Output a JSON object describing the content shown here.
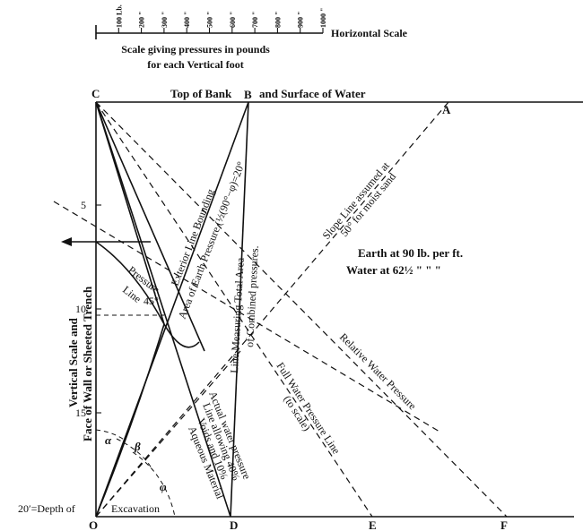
{
  "scale": {
    "ticks": [
      "100 Lb.",
      "200 \"",
      "300 \"",
      "400 \"",
      "500 \"",
      "600 \"",
      "700 \"",
      "800 \"",
      "900 \"",
      "1000 \""
    ],
    "right_label": "Horizontal Scale",
    "caption_1": "Scale giving pressures in pounds",
    "caption_2": "for each Vertical foot"
  },
  "points": {
    "C": "C",
    "B": "B",
    "A": "A",
    "O": "O",
    "D": "D",
    "E": "E",
    "F": "F"
  },
  "top_label": "Top of Bank",
  "top_label_2": "and Surface of Water",
  "vertical_ticks": [
    "5",
    "10",
    "15"
  ],
  "depth_label_1": "20′=Depth of",
  "depth_label_2": "Excavation",
  "wall_label_1": "Vertical Scale and",
  "wall_label_2": "Face of Wall or Sheeted Trench",
  "pressure_line": {
    "l1": "Pressure",
    "l2": "Line"
  },
  "angle_45": "45°",
  "exterior_line": {
    "l1": "Exterior  Line  Bounding",
    "l2": "Area of Earth Pressure (½(90°−φ)=20°"
  },
  "combined_line": {
    "l1": "Line Measuring Total Area",
    "l2": "of Combined pressures."
  },
  "slope_line": {
    "l1": "Slope Line assumed at",
    "l2": "50° for moist sand"
  },
  "earth_water": {
    "l1": "Earth at 90 lb. per ft.",
    "l2": "Water at 62½ \"    \"    \""
  },
  "relative_water": "Relative Water Pressure",
  "full_water": {
    "l1": "Full Water Pressure Line",
    "l2": "(to scale)"
  },
  "actual_water": {
    "l1": "Actual water pressure",
    "l2": "Line allowing 40%",
    "l3": "Voids and 10%",
    "l4": "Aqueous Material"
  },
  "angles": {
    "alpha": "α",
    "beta": "β",
    "phi": "φ"
  }
}
